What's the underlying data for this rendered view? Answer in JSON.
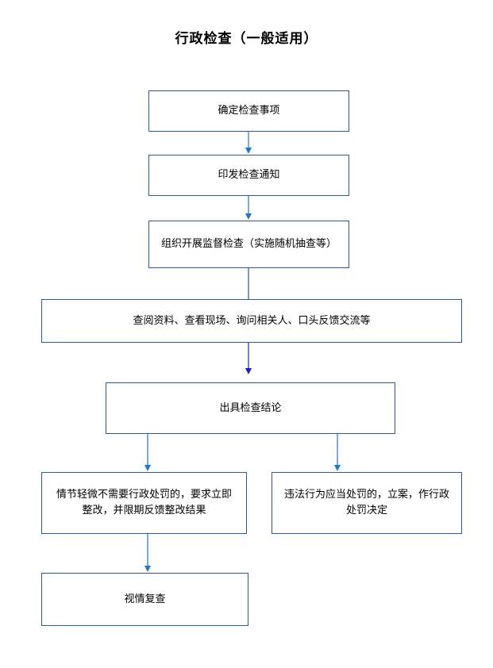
{
  "title": "行政检查（一般适用）",
  "steps": {
    "determine": "确定检查事项",
    "issue_notice": "印发检查通知",
    "organize": "组织开展监督检查（实施随机抽查等）",
    "review": "查阅资料、查看现场、询问相关人、口头反馈交流等",
    "conclusion": "出具检查结论",
    "minor_line1": "情节轻微不需要行政处罚的，要求立即",
    "minor_line2": "整改，并限期反馈整改结果",
    "penalty_line1": "违法行为应当处罚的，立案，作行政",
    "penalty_line2": "处罚决定",
    "recheck": "视情复查"
  },
  "colors": {
    "border": "#2b5b8f",
    "arrow": "#1f77c8",
    "arrow_dark": "#1a1ad6"
  }
}
